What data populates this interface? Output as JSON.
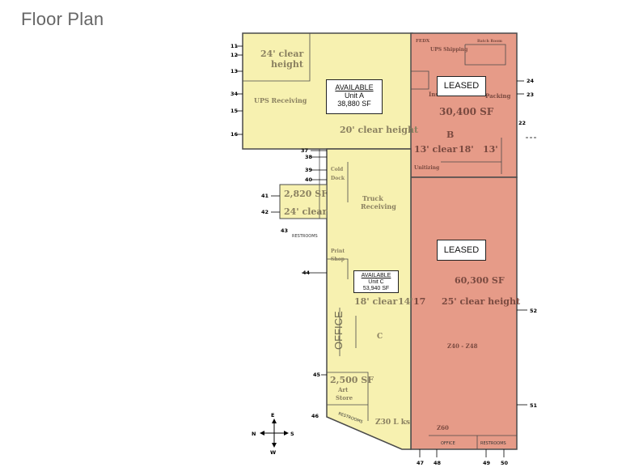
{
  "page": {
    "title": "Floor Plan"
  },
  "units": {
    "unit_a": {
      "status": "AVAILABLE",
      "name": "Unit A",
      "area": "38,880 SF",
      "clear_height_top": "24' clear",
      "clear_height_top2": "height",
      "clear_height": "20' clear height",
      "ups_receiving": "UPS Receiving"
    },
    "unit_b": {
      "status": "LEASED",
      "area": "30,400 SF",
      "letter": "B",
      "clear": "13' clear",
      "h1": "18'",
      "h2": "13'",
      "rooms": [
        "FEDX",
        "UPS Shipping",
        "Batch Room",
        "Packing",
        "Unitizing",
        "Ins"
      ]
    },
    "unit_c": {
      "status": "AVAILABLE",
      "name": "Unit C",
      "area": "53,940 SF",
      "letter": "C",
      "clear": "18' clear",
      "h1": "14'",
      "office": "OFFICE",
      "truck_receiving": "Truck Receiving",
      "cold_dock": "Cold Dock",
      "print_shop": "Print Shop",
      "annex_area": "2,820 SF",
      "annex_clear": "24' clear",
      "art_store_area": "2,500 SF",
      "art_store": "Art Store",
      "restrooms": "RESTROOMS",
      "restrooms2": "RESTROOMS",
      "z30": "Z30 L ks"
    },
    "unit_d": {
      "status": "LEASED",
      "area": "60,300 SF",
      "h1": "17",
      "clear_height": "25' clear height",
      "zones": "Z40 - Z48",
      "z60": "Z60",
      "office": "OFFICE",
      "restrooms": "RESTROOMS"
    }
  },
  "docks": [
    "11",
    "12",
    "13",
    "34",
    "15",
    "16",
    "37",
    "38",
    "39",
    "40",
    "41",
    "42",
    "43",
    "44",
    "45",
    "46",
    "47",
    "48",
    "49",
    "50",
    "51",
    "52",
    "22",
    "23",
    "24"
  ],
  "compass": {
    "n": "N",
    "e": "E",
    "s": "S",
    "w": "W"
  },
  "colors": {
    "yellow": "#f7f1b0",
    "red": "#e69b88",
    "wall": "#4a4a4a"
  }
}
